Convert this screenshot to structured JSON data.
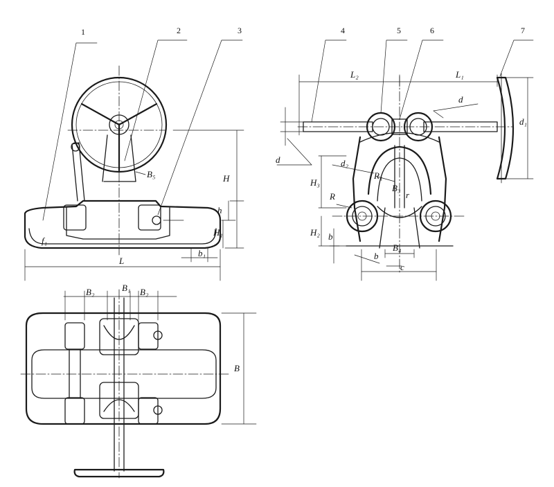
{
  "callouts": [
    "1",
    "2",
    "3",
    "4",
    "5",
    "6",
    "7"
  ],
  "dims": {
    "B5": "B₅",
    "H": "H",
    "h": "h",
    "H1": "H₁",
    "L": "L",
    "b1": "b₁",
    "f1": "f₁",
    "L2": "L₂",
    "L1": "L₁",
    "d_top": "d",
    "d1": "d₁",
    "d_left": "d",
    "d2": "d₂",
    "R1": "R₁",
    "H3": "H₃",
    "B3": "B₃",
    "r": "r",
    "R": "R",
    "H2": "H₂",
    "b": "b",
    "b_small": "b",
    "B4": "B₄",
    "c": "c",
    "B2_left": "B₂",
    "B1": "B₁",
    "B2_right": "B₂",
    "B": "B"
  }
}
